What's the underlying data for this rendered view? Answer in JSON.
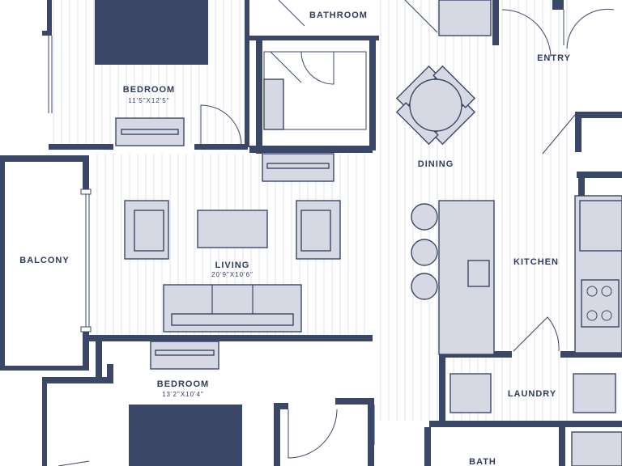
{
  "plan": {
    "rooms": {
      "bathroom": {
        "name": "BATHROOM"
      },
      "entry": {
        "name": "ENTRY"
      },
      "bedroom_top": {
        "name": "BEDROOM",
        "size": "11'5\"X12'5\""
      },
      "dining": {
        "name": "DINING"
      },
      "balcony": {
        "name": "BALCONY"
      },
      "living": {
        "name": "LIVING",
        "size": "20'9\"X10'6\""
      },
      "kitchen": {
        "name": "KITCHEN"
      },
      "bedroom_bottom": {
        "name": "BEDROOM",
        "size": "13'2\"X10'4\""
      },
      "laundry": {
        "name": "LAUNDRY"
      },
      "bath": {
        "name": "BATH"
      }
    },
    "colors": {
      "wall": "#3a4766",
      "furniture": "#d6d9e3",
      "bed": "#3a4766",
      "floor_lines": "#dfe2ea",
      "text": "#2e3b5c"
    }
  }
}
